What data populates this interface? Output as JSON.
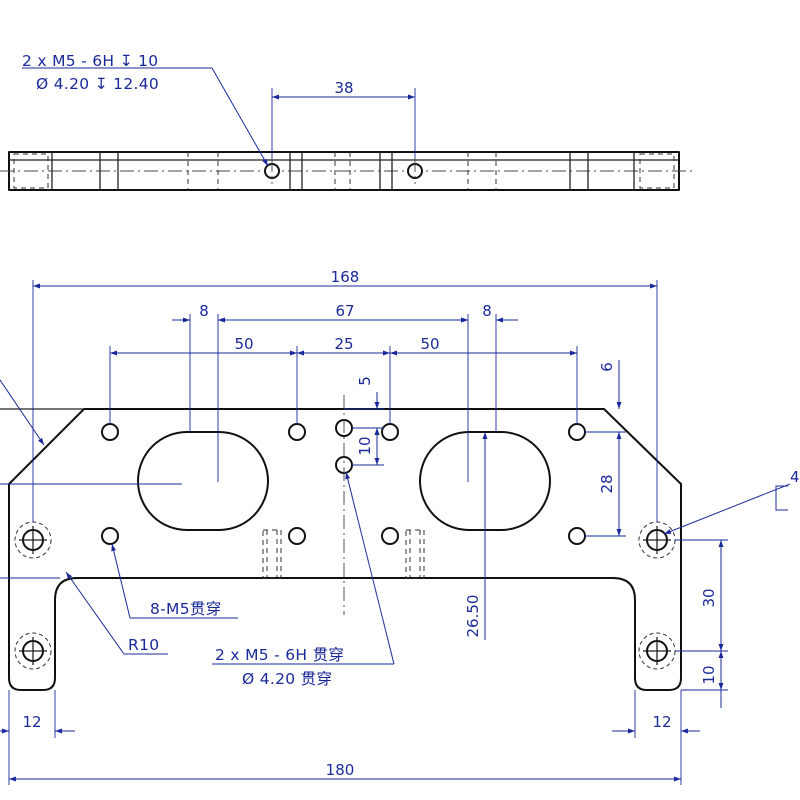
{
  "side_view": {
    "callout_line1": "2 x  M5 - 6H ↧ 10",
    "callout_line2": "Ø  4.20 ↧ 12.40",
    "dim_hole_spacing": "38"
  },
  "front_view": {
    "dims": {
      "overall_width": "168",
      "slot_width_left": "8",
      "slot_spacing": "67",
      "slot_width_right": "8",
      "hole_spacing_left": "50",
      "hole_spacing_mid": "25",
      "hole_spacing_right": "50",
      "hole_offset_small": "5",
      "hole_pitch_small": "10",
      "top_offset": "6",
      "hole_row_spacing": "28",
      "slot_depth": "26.50",
      "csk_spacing": "30",
      "bottom_offset": "10",
      "foot_width_left": "12",
      "foot_width_right": "12",
      "overall_length": "180",
      "edge_partial": "4"
    },
    "notes": {
      "eight_holes": "8-M5贯穿",
      "radius": "R10",
      "thread_line1": "2 x  M5 - 6H 贯穿",
      "thread_line2": "Ø 4.20 贯穿"
    }
  }
}
